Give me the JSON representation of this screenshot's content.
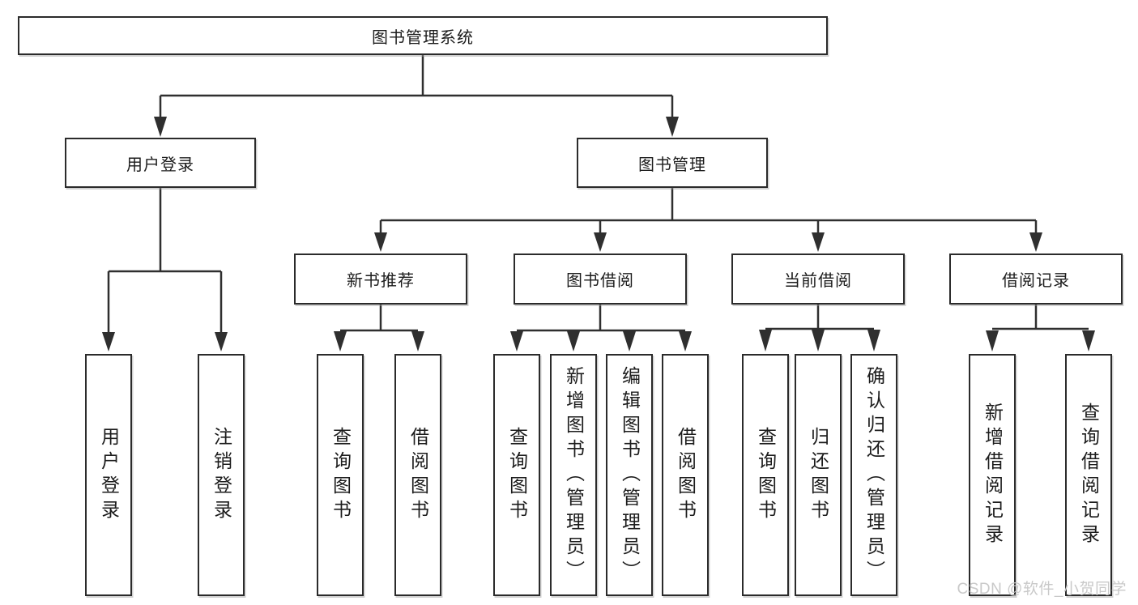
{
  "diagram": {
    "title": "图书管理系统",
    "root": {
      "label": "图书管理系统"
    },
    "level2": [
      {
        "id": "user-login",
        "label": "用户登录"
      },
      {
        "id": "book-mgmt",
        "label": "图书管理"
      }
    ],
    "level3": [
      {
        "id": "new-book-recommend",
        "label": "新书推荐"
      },
      {
        "id": "book-borrow",
        "label": "图书借阅"
      },
      {
        "id": "current-borrow",
        "label": "当前借阅"
      },
      {
        "id": "borrow-records",
        "label": "借阅记录"
      }
    ],
    "leaves": [
      {
        "id": "user-login",
        "parent": "user-login",
        "label": "用户登录"
      },
      {
        "id": "logout",
        "parent": "user-login",
        "label": "注销登录"
      },
      {
        "id": "query-books-1",
        "parent": "new-book-recommend",
        "label": "查询图书"
      },
      {
        "id": "borrow-books-1",
        "parent": "new-book-recommend",
        "label": "借阅图书"
      },
      {
        "id": "query-books-2",
        "parent": "book-borrow",
        "label": "查询图书"
      },
      {
        "id": "add-book-admin",
        "parent": "book-borrow",
        "label": "新增图书（管理员）"
      },
      {
        "id": "edit-book-admin",
        "parent": "book-borrow",
        "label": "编辑图书（管理员）"
      },
      {
        "id": "borrow-books-2",
        "parent": "book-borrow",
        "label": "借阅图书"
      },
      {
        "id": "query-books-3",
        "parent": "current-borrow",
        "label": "查询图书"
      },
      {
        "id": "return-book",
        "parent": "current-borrow",
        "label": "归还图书"
      },
      {
        "id": "confirm-return-admin",
        "parent": "current-borrow",
        "label": "确认归还（管理员）"
      },
      {
        "id": "add-borrow-record",
        "parent": "borrow-records",
        "label": "新增借阅记录"
      },
      {
        "id": "query-borrow-record",
        "parent": "borrow-records",
        "label": "查询借阅记录"
      }
    ]
  },
  "watermark": {
    "text": "CSDN @软件_小贺同学"
  },
  "colors": {
    "background": "#ffffff",
    "line": "#2f2f2f",
    "box_border": "#2b2b2b",
    "text": "#1c1c1c",
    "watermark": "#c9c9c9"
  }
}
